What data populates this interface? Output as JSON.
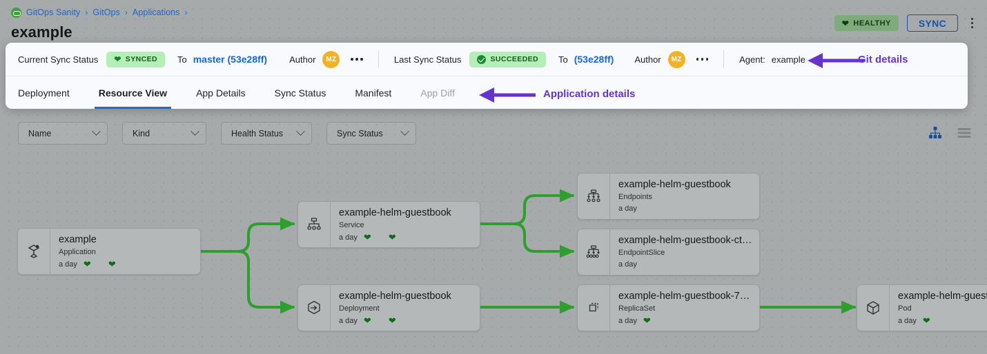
{
  "header": {
    "breadcrumb": [
      {
        "label": "GitOps Sanity",
        "icon": "argo-logo-icon"
      },
      {
        "label": "GitOps"
      },
      {
        "label": "Applications"
      }
    ],
    "breadcrumb_separator": "›",
    "title": "example",
    "health_badge": {
      "label": "HEALTHY",
      "icon": "heart-icon",
      "color": "#7eab7b"
    },
    "sync_button": "SYNC",
    "overflow_menu": "kebab-menu-icon"
  },
  "sync_bar": {
    "current_sync_label": "Current Sync Status",
    "current_sync_pill": {
      "label": "SYNCED",
      "icon": "heart-icon",
      "color": "#b4efb8"
    },
    "current_to_word": "To",
    "current_revision": "master (53e28ff)",
    "current_author_label": "Author",
    "current_author_initials": "MZ",
    "last_sync_label": "Last Sync Status",
    "last_sync_pill": {
      "label": "SUCCEEDED",
      "icon": "check-circle-icon",
      "color": "#b4efb8"
    },
    "last_to_word": "To",
    "last_revision": "(53e28ff)",
    "last_author_label": "Author",
    "last_author_initials": "MZ",
    "agent_label": "Agent:",
    "agent_value": "example"
  },
  "tabs": [
    {
      "label": "Deployment",
      "active": false,
      "disabled": false
    },
    {
      "label": "Resource View",
      "active": true,
      "disabled": false
    },
    {
      "label": "App Details",
      "active": false,
      "disabled": false
    },
    {
      "label": "Sync Status",
      "active": false,
      "disabled": false
    },
    {
      "label": "Manifest",
      "active": false,
      "disabled": false
    },
    {
      "label": "App Diff",
      "active": false,
      "disabled": true
    }
  ],
  "annotations": [
    {
      "text": "Git details",
      "color": "#6633cc",
      "points_to": "agent-value"
    },
    {
      "text": "Application details",
      "color": "#6633cc",
      "points_to": "tab-app-diff"
    }
  ],
  "filters": [
    {
      "label": "Name",
      "icon": "chevron-down-icon"
    },
    {
      "label": "Kind",
      "icon": "chevron-down-icon"
    },
    {
      "label": "Health Status",
      "icon": "chevron-down-icon"
    },
    {
      "label": "Sync Status",
      "icon": "chevron-down-icon"
    }
  ],
  "view_toggles": [
    {
      "name": "tree-view-icon",
      "active": true,
      "color": "#1b4f8f"
    },
    {
      "name": "list-view-icon",
      "active": false,
      "color": "#7f8486"
    }
  ],
  "graph": {
    "edge_color": "#2e9e2e",
    "nodes": [
      {
        "id": "app",
        "name": "example",
        "kind": "Application",
        "age": "a day",
        "icon": "application-icon",
        "health": [
          "heart",
          "heart"
        ]
      },
      {
        "id": "service",
        "name": "example-helm-guestbook",
        "kind": "Service",
        "age": "a day",
        "icon": "service-icon",
        "health": [
          "heart",
          "heart"
        ]
      },
      {
        "id": "deployment",
        "name": "example-helm-guestbook",
        "kind": "Deployment",
        "age": "a day",
        "icon": "deployment-icon",
        "health": [
          "heart",
          "heart"
        ]
      },
      {
        "id": "endpoints",
        "name": "example-helm-guestbook",
        "kind": "Endpoints",
        "age": "a day",
        "icon": "endpoints-icon",
        "health": []
      },
      {
        "id": "endpointslice",
        "name": "example-helm-guestbook-ct…",
        "kind": "EndpointSlice",
        "age": "a day",
        "icon": "endpointslice-icon",
        "health": []
      },
      {
        "id": "replicaset",
        "name": "example-helm-guestbook-74…",
        "kind": "ReplicaSet",
        "age": "a day",
        "icon": "replicaset-icon",
        "health": [
          "heart"
        ]
      },
      {
        "id": "pod",
        "name": "example-helm-guest",
        "kind": "Pod",
        "age": "a day",
        "icon": "pod-icon",
        "health": [
          "heart"
        ]
      }
    ]
  }
}
